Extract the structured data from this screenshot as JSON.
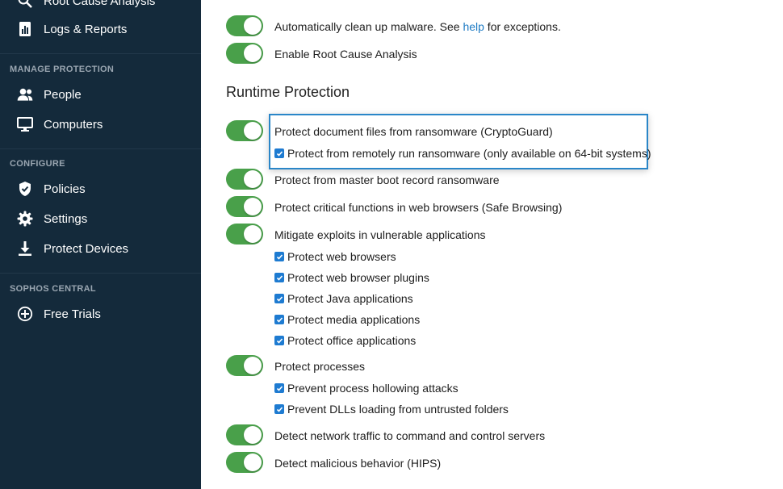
{
  "sidebar": {
    "top_items": [
      {
        "label": "Root Cause Analysis",
        "icon": "search-icon"
      },
      {
        "label": "Logs & Reports",
        "icon": "reports-icon"
      }
    ],
    "sections": [
      {
        "header": "MANAGE PROTECTION",
        "items": [
          {
            "label": "People",
            "icon": "people-icon"
          },
          {
            "label": "Computers",
            "icon": "computer-icon"
          }
        ]
      },
      {
        "header": "CONFIGURE",
        "items": [
          {
            "label": "Policies",
            "icon": "shield-icon"
          },
          {
            "label": "Settings",
            "icon": "gear-icon"
          },
          {
            "label": "Protect Devices",
            "icon": "download-icon"
          }
        ]
      },
      {
        "header": "SOPHOS CENTRAL",
        "items": [
          {
            "label": "Free Trials",
            "icon": "plus-circle-icon"
          }
        ]
      }
    ]
  },
  "main": {
    "top_settings": [
      {
        "text_before": "Automatically clean up malware. See ",
        "link": "help",
        "text_after": " for exceptions.",
        "on": true
      },
      {
        "text": "Enable Root Cause Analysis",
        "on": true
      }
    ],
    "runtime_heading": "Runtime Protection",
    "runtime_settings": [
      {
        "text": "Protect document files from ransomware (CryptoGuard)",
        "on": true,
        "sub": [
          "Protect from remotely run ransomware (only available on 64-bit systems)"
        ]
      },
      {
        "text": "Protect from master boot record ransomware",
        "on": true
      },
      {
        "text": "Protect critical functions in web browsers (Safe Browsing)",
        "on": true
      },
      {
        "text": "Mitigate exploits in vulnerable applications",
        "on": true,
        "sub": [
          "Protect web browsers",
          "Protect web browser plugins",
          "Protect Java applications",
          "Protect media applications",
          "Protect office applications"
        ]
      },
      {
        "text": "Protect processes",
        "on": true,
        "sub": [
          "Prevent process hollowing attacks",
          "Prevent DLLs loading from untrusted folders"
        ]
      },
      {
        "text": "Detect network traffic to command and control servers",
        "on": true
      },
      {
        "text": "Detect malicious behavior (HIPS)",
        "on": true
      }
    ]
  },
  "colors": {
    "sidebar_bg": "#142a3b",
    "toggle_on": "#49a04a",
    "checkbox": "#1e7bd1",
    "link": "#1e7bc4",
    "highlight_border": "#2a86c8"
  }
}
